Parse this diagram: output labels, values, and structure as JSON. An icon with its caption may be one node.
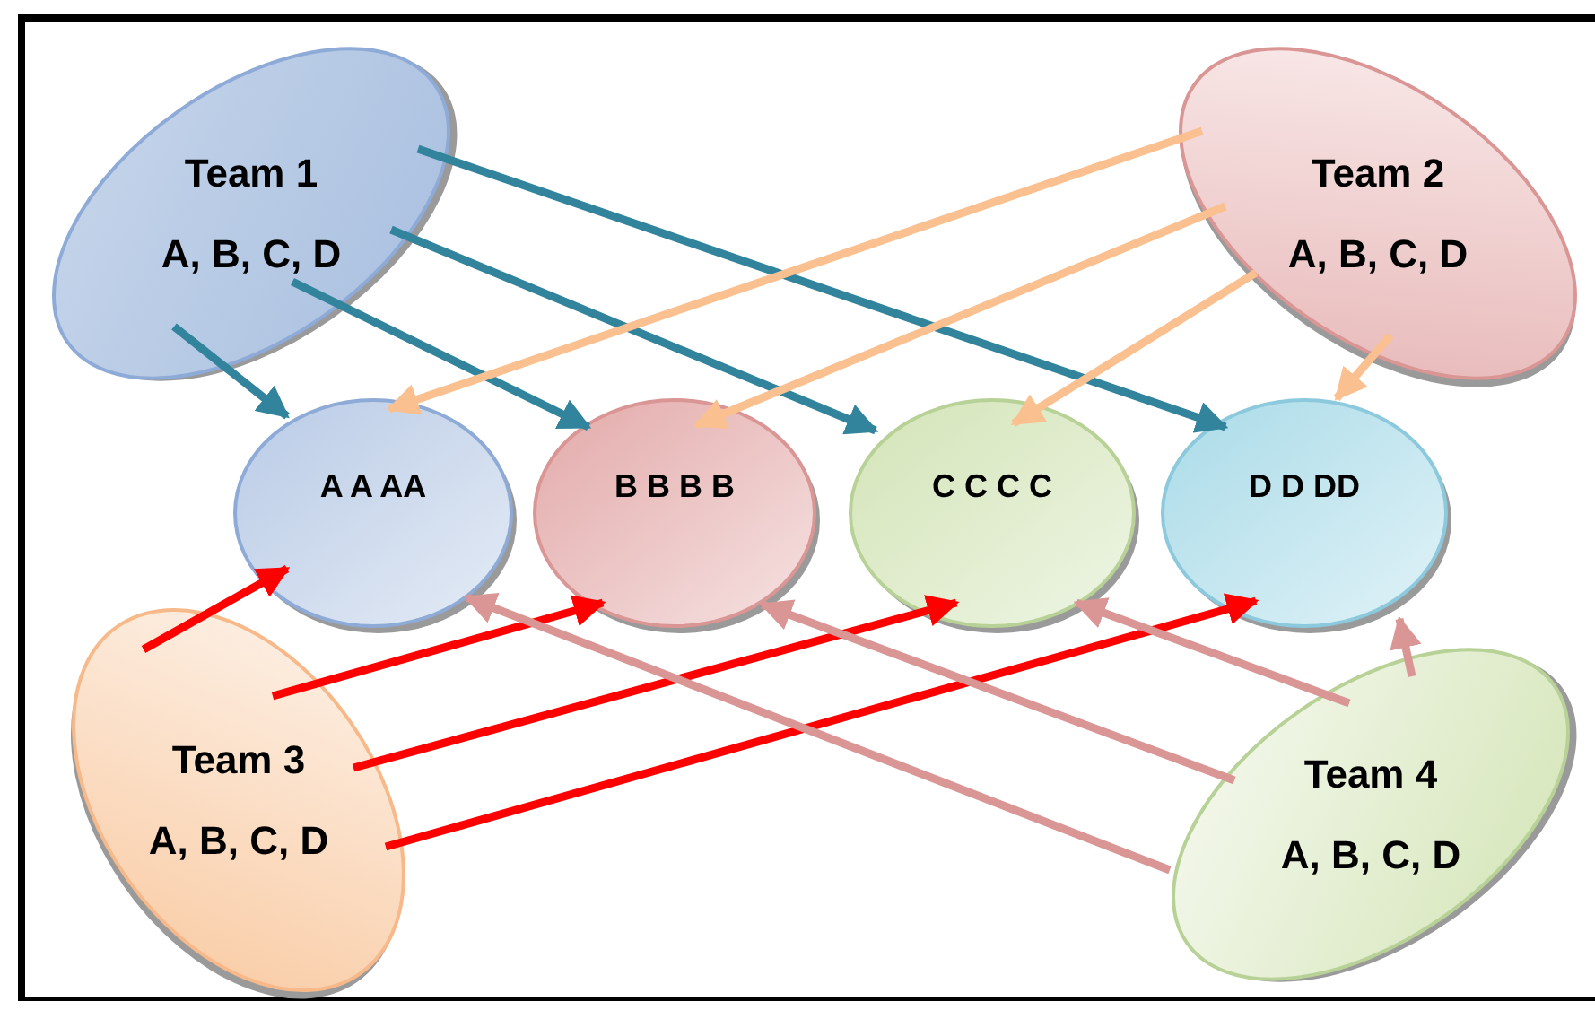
{
  "diagram": {
    "nodes": [
      {
        "text": [
          "Team 1",
          "A, B, C, D"
        ]
      },
      {
        "text": [
          "Team 2",
          "A, B, C, D"
        ]
      },
      {
        "text": [
          "A A AA"
        ]
      },
      {
        "text": [
          "B B B B"
        ]
      },
      {
        "text": [
          "C C C C"
        ]
      },
      {
        "text": [
          "D D DD"
        ]
      },
      {
        "text": [
          "Team 3",
          "A, B, C, D"
        ]
      },
      {
        "text": [
          "Team 4",
          "A, B, C, D"
        ]
      }
    ],
    "edges": [
      {
        "from": 0,
        "to": 2,
        "arrow": "to",
        "color": "#31849b"
      },
      {
        "from": 0,
        "to": 3,
        "arrow": "to",
        "color": "#31849b"
      },
      {
        "from": 0,
        "to": 4,
        "arrow": "to",
        "color": "#31849b"
      },
      {
        "from": 0,
        "to": 5,
        "arrow": "to",
        "color": "#31849b"
      },
      {
        "from": 1,
        "to": 2,
        "arrow": "to",
        "color": "#fac090"
      },
      {
        "from": 1,
        "to": 3,
        "arrow": "to",
        "color": "#fac090"
      },
      {
        "from": 1,
        "to": 4,
        "arrow": "to",
        "color": "#fac090"
      },
      {
        "from": 1,
        "to": 5,
        "arrow": "to",
        "color": "#fac090"
      },
      {
        "from": 6,
        "to": 2,
        "arrow": "to",
        "color": "#ff0000"
      },
      {
        "from": 6,
        "to": 3,
        "arrow": "to",
        "color": "#ff0000"
      },
      {
        "from": 6,
        "to": 4,
        "arrow": "to",
        "color": "#ff0000"
      },
      {
        "from": 6,
        "to": 5,
        "arrow": "to",
        "color": "#ff0000"
      },
      {
        "from": 7,
        "to": 2,
        "arrow": "to",
        "color": "#d99694"
      },
      {
        "from": 7,
        "to": 3,
        "arrow": "to",
        "color": "#d99694"
      },
      {
        "from": 7,
        "to": 4,
        "arrow": "to",
        "color": "#d99694"
      },
      {
        "from": 7,
        "to": 5,
        "arrow": "to",
        "color": "#d99694"
      }
    ]
  }
}
